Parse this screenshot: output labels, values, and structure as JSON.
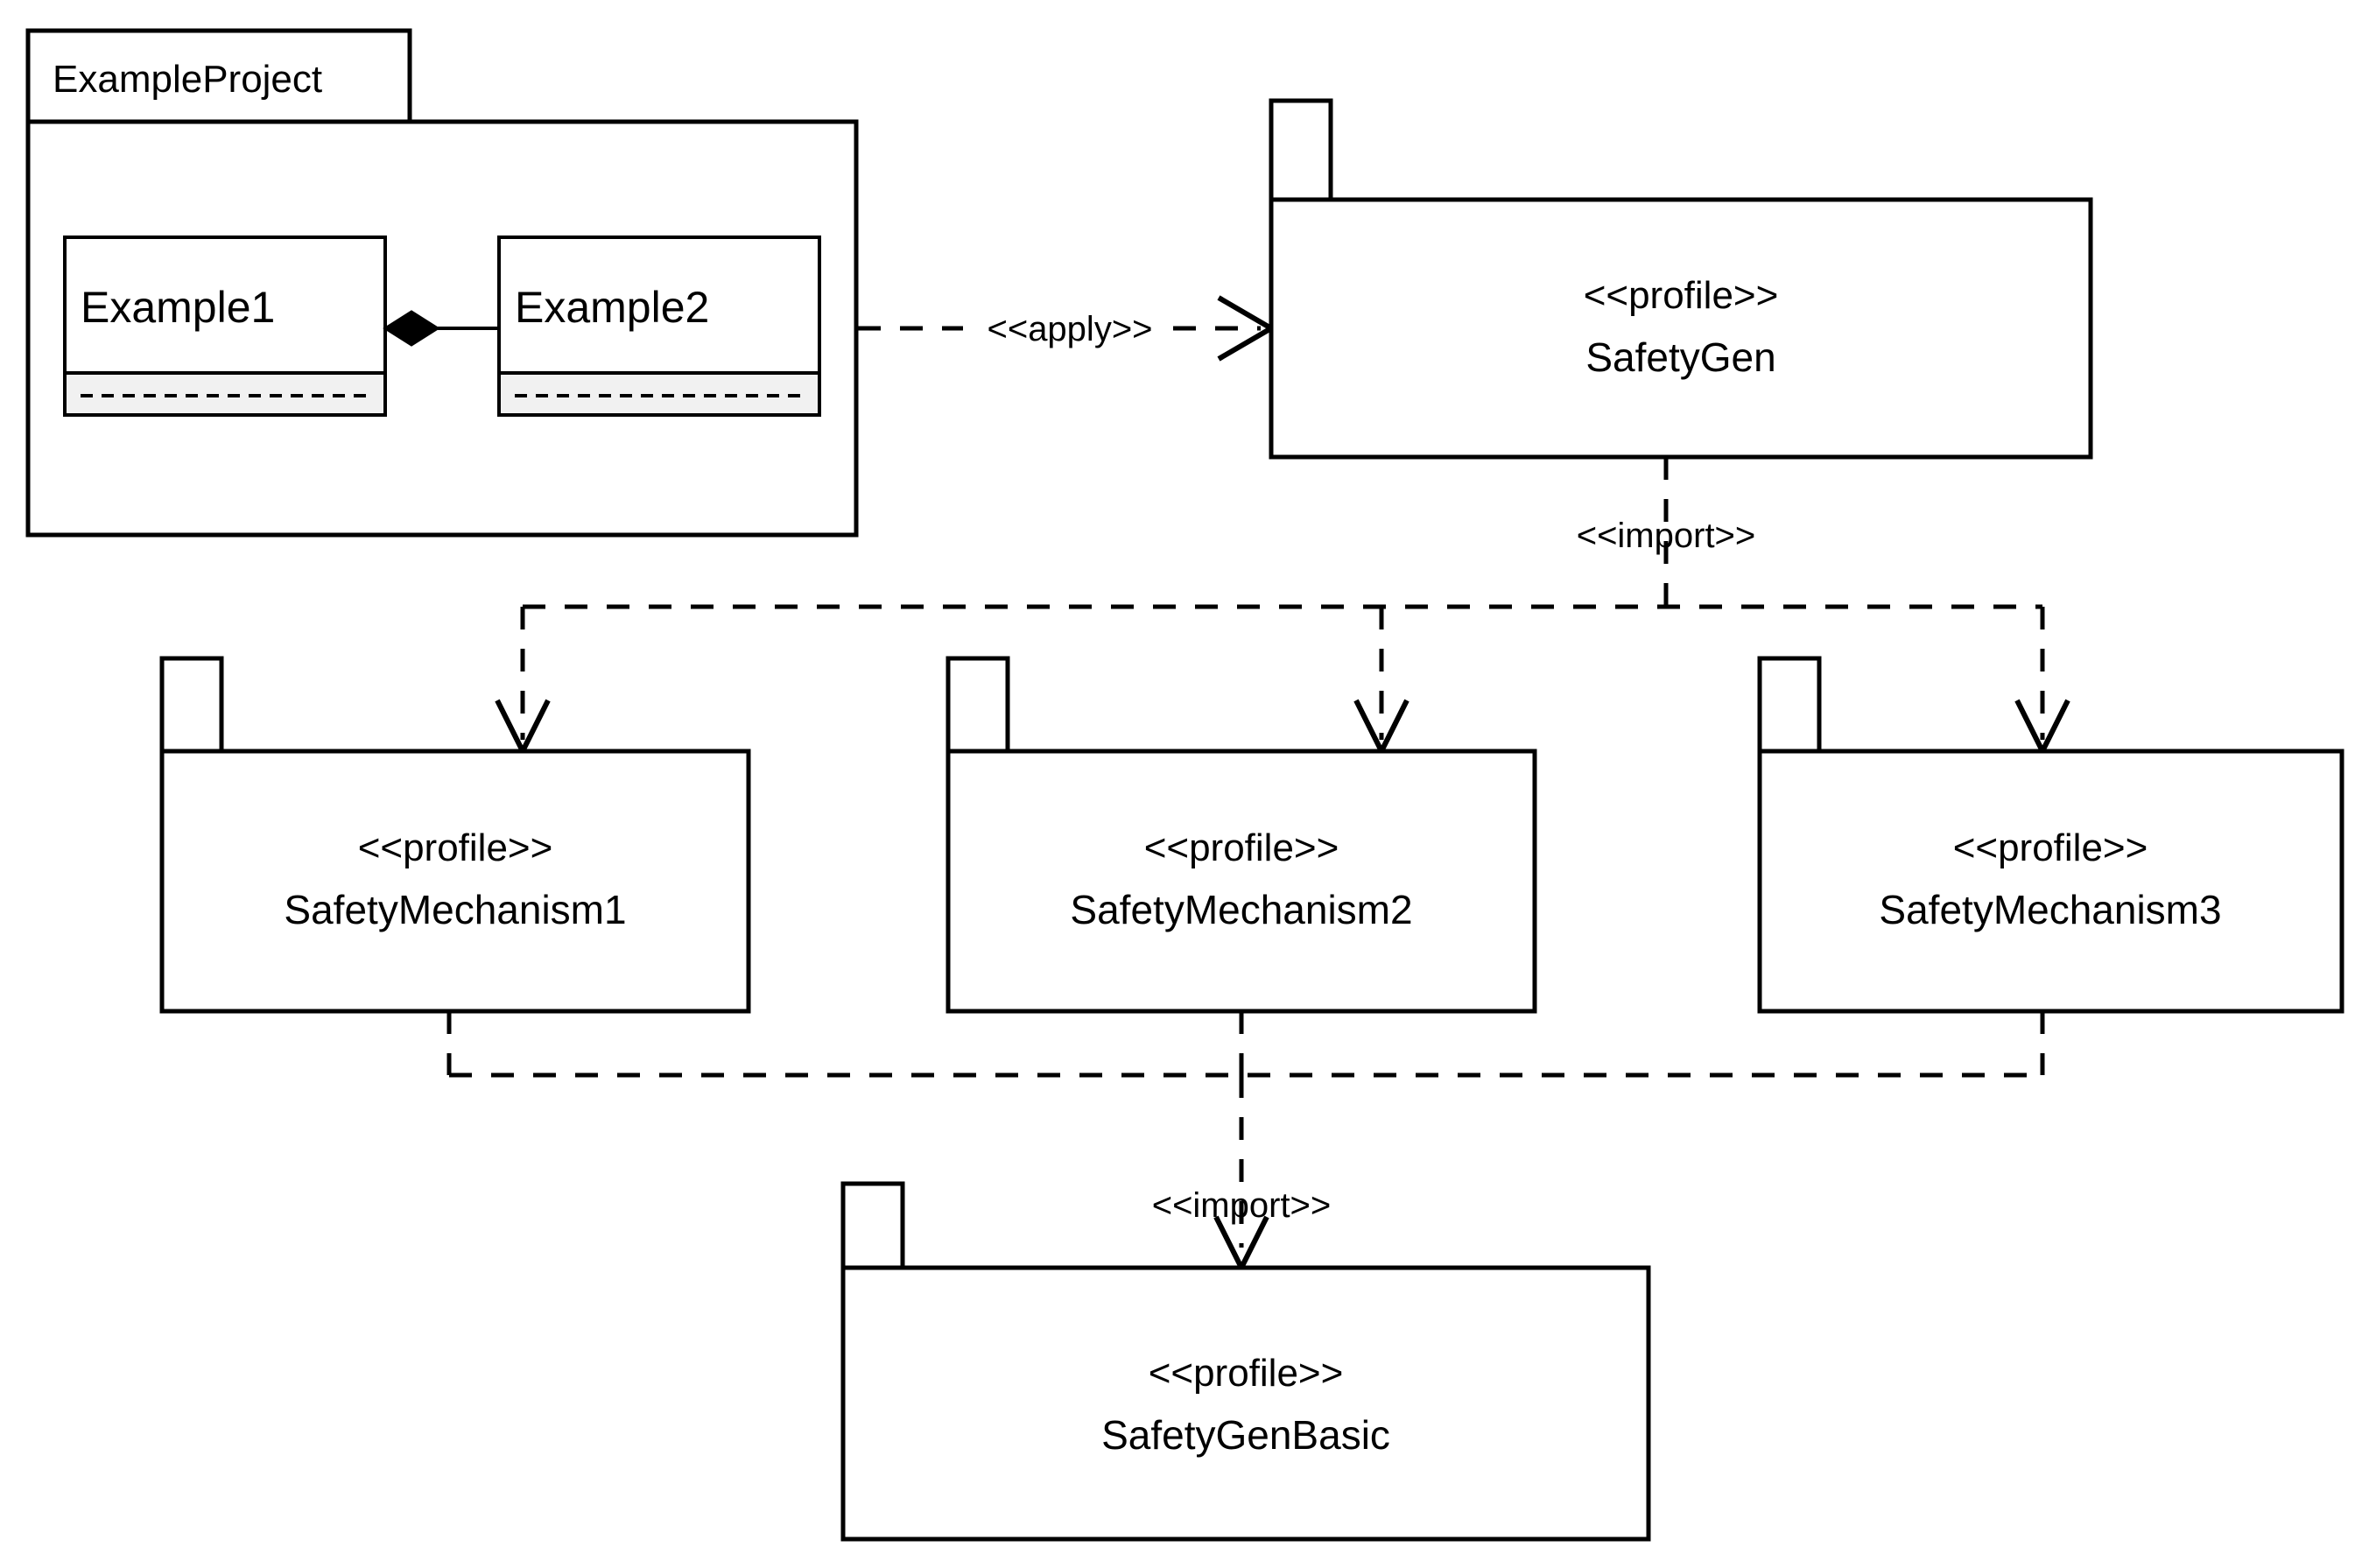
{
  "diagram": {
    "type": "uml-package-diagram",
    "background_color": "#ffffff",
    "line_color": "#000000",
    "compartment_fill": "#f1f1f1"
  },
  "packages": {
    "example_project": {
      "name": "ExampleProject",
      "kind": "package",
      "classes": [
        {
          "name": "Example1",
          "attributes_placeholder": "------------------------------"
        },
        {
          "name": "Example2",
          "attributes_placeholder": "------------------------------"
        }
      ]
    },
    "safety_gen": {
      "stereotype": "<<profile>>",
      "name": "SafetyGen",
      "kind": "profile-package"
    },
    "safety_mechanism_1": {
      "stereotype": "<<profile>>",
      "name": "SafetyMechanism1",
      "kind": "profile-package"
    },
    "safety_mechanism_2": {
      "stereotype": "<<profile>>",
      "name": "SafetyMechanism2",
      "kind": "profile-package"
    },
    "safety_mechanism_3": {
      "stereotype": "<<profile>>",
      "name": "SafetyMechanism3",
      "kind": "profile-package"
    },
    "safety_gen_basic": {
      "stereotype": "<<profile>>",
      "name": "SafetyGenBasic",
      "kind": "profile-package"
    }
  },
  "relationships": {
    "apply": {
      "label": "<<apply>>",
      "style": "dashed",
      "arrow": "open",
      "from": "ExampleProject",
      "to": "SafetyGen"
    },
    "import_top": {
      "label": "<<import>>",
      "style": "dashed",
      "arrow": "open",
      "from": "SafetyGen",
      "to": [
        "SafetyMechanism1",
        "SafetyMechanism2",
        "SafetyMechanism3"
      ]
    },
    "import_bottom": {
      "label": "<<import>>",
      "style": "dashed",
      "arrow": "open",
      "from": [
        "SafetyMechanism1",
        "SafetyMechanism2",
        "SafetyMechanism3"
      ],
      "to": "SafetyGenBasic"
    },
    "composition": {
      "style": "solid",
      "end_marker": "filled-diamond",
      "from": "Example1",
      "to": "Example2"
    }
  }
}
